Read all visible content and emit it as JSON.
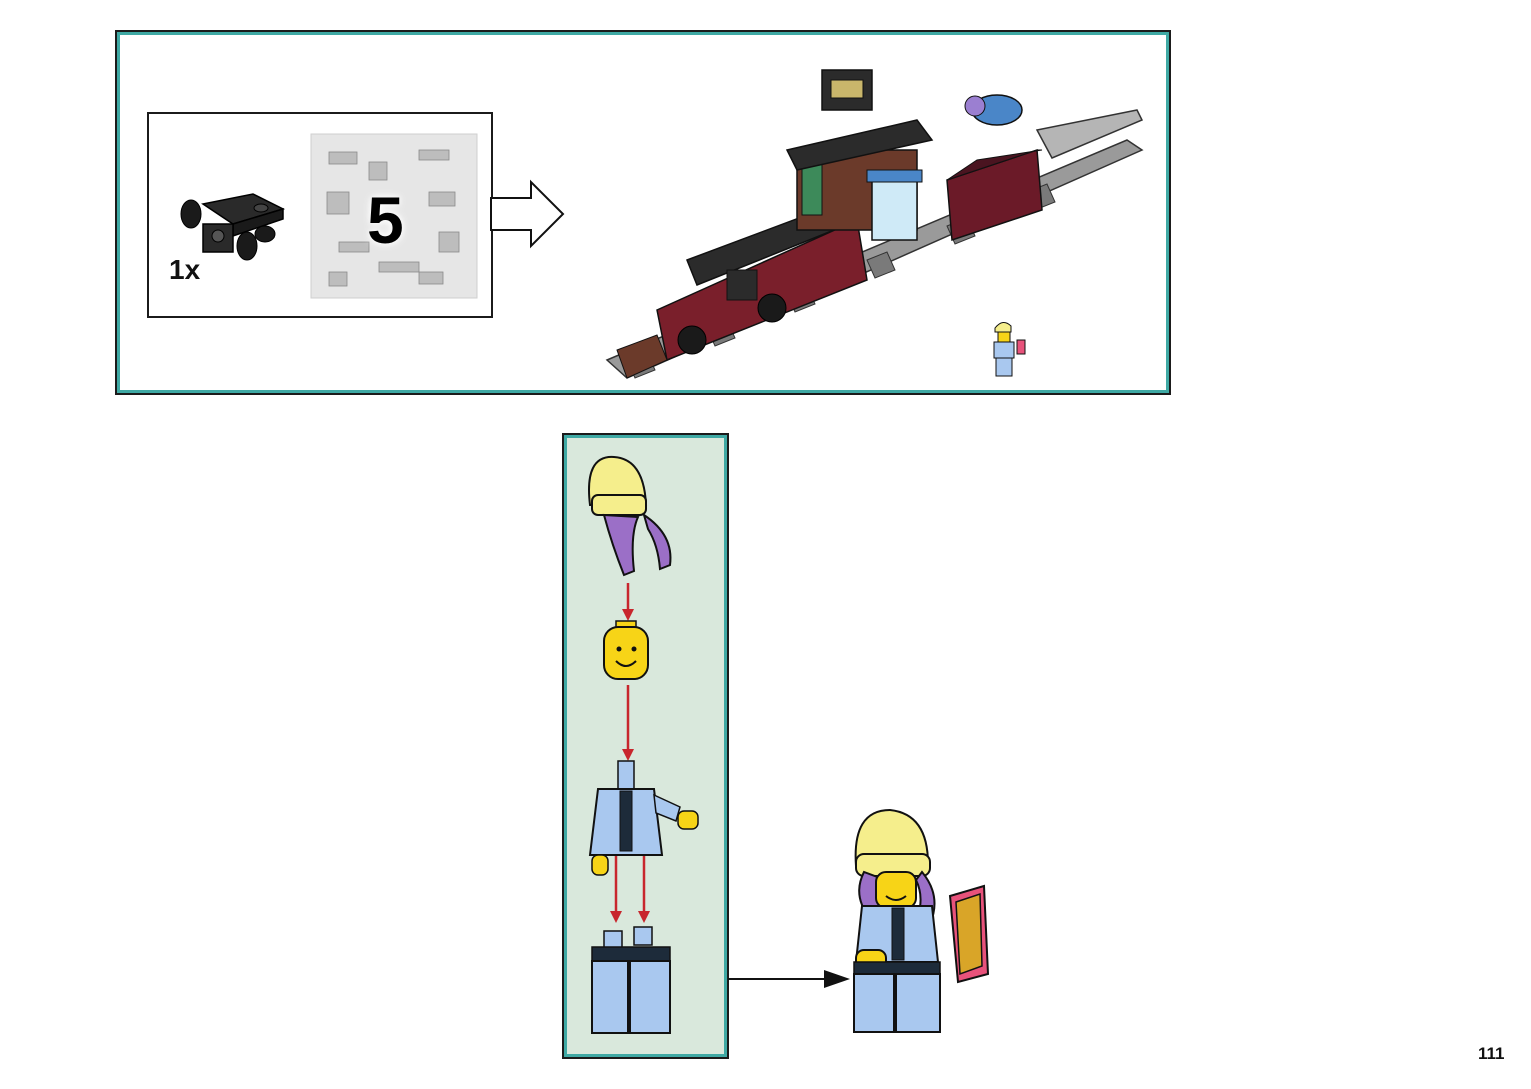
{
  "step": {
    "part_quantity": "1x",
    "bag_number": "5"
  },
  "page": {
    "number": "111"
  },
  "colors": {
    "panel_border": "#3fa9a4",
    "panel_bg": "#d9e8dc",
    "arrow_red": "#c8262d",
    "beanie": "#f5ee8c",
    "hair": "#9b6fc7",
    "face": "#f7d417",
    "jacket": "#a9c8ef",
    "train_red": "#7a1f2b",
    "track_gray": "#9a9a9a"
  },
  "icons": [
    "train-element-icon",
    "parts-bag-icon",
    "outline-arrow-icon",
    "train-model-icon",
    "minifig-icon",
    "beanie-icon",
    "head-icon",
    "torso-icon",
    "legs-icon",
    "phone-icon"
  ]
}
